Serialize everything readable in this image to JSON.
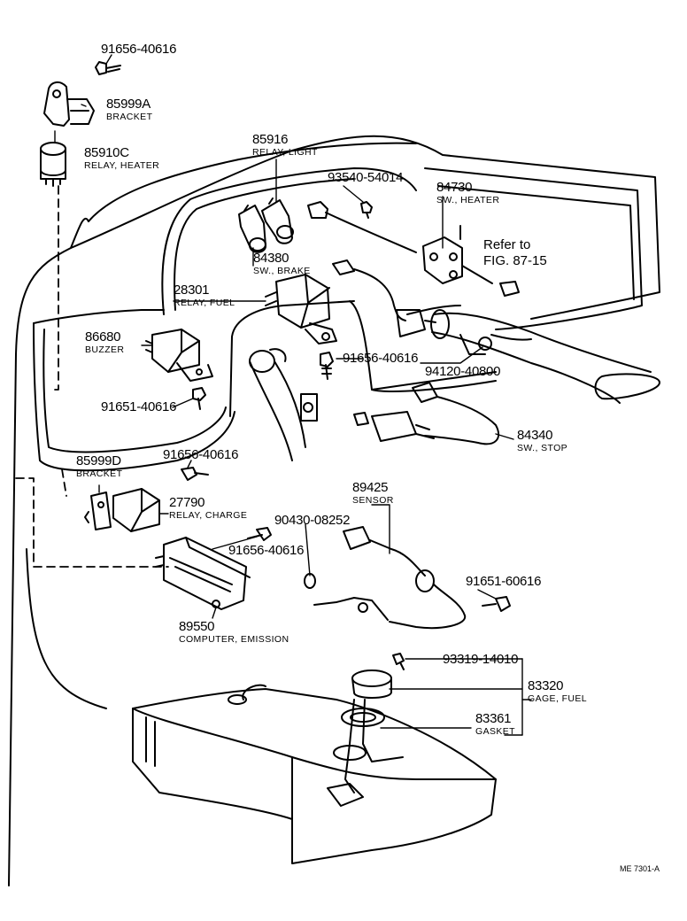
{
  "diagram": {
    "labels": {
      "p_91656_40616_a": "91656-40616",
      "p_85999A": "85999A",
      "d_85999A": "BRACKET",
      "p_85910C": "85910C",
      "d_85910C": "RELAY, HEATER",
      "p_85916": "85916",
      "d_85916": "RELAY, LIGHT",
      "p_93540": "93540-54014",
      "p_84730": "84730",
      "d_84730": "SW., HEATER",
      "ref_line1": "Refer to",
      "ref_line2": "FIG. 87-15",
      "p_84380": "84380",
      "d_84380": "SW., BRAKE",
      "p_28301": "28301",
      "d_28301": "RELAY, FUEL",
      "p_86680": "86680",
      "d_86680": "BUZZER",
      "p_91656_40616_b": "91656-40616",
      "p_94120": "94120-40800",
      "p_91651_40616": "91651-40616",
      "p_84340": "84340",
      "d_84340": "SW., STOP",
      "p_85999D": "85999D",
      "d_85999D": "BRACKET",
      "p_91656_40616_c": "91656-40616",
      "p_89425": "89425",
      "d_89425": "SENSOR",
      "p_27790": "27790",
      "d_27790": "RELAY, CHARGE",
      "p_90430": "90430-08252",
      "p_91656_40616_d": "91656-40616",
      "p_91651_60616": "91651-60616",
      "p_89550": "89550",
      "d_89550": "COMPUTER, EMISSION",
      "p_93319": "93319-14010",
      "p_83320": "83320",
      "d_83320": "GAGE, FUEL",
      "p_83361": "83361",
      "d_83361": "GASKET",
      "footer": "ME  7301-A"
    }
  }
}
